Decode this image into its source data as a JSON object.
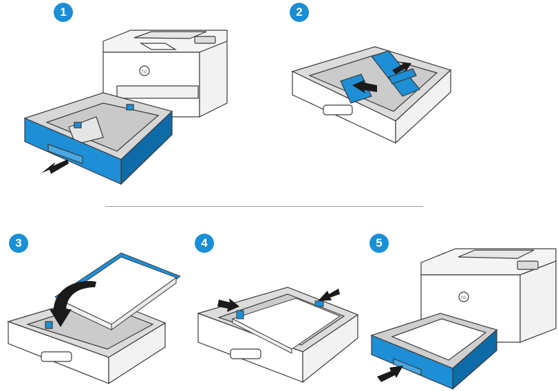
{
  "colors": {
    "accent": "#1e8fd6",
    "accent_dark": "#0f6aa8",
    "badge": "#1a8ed6",
    "outline": "#3a3a3a",
    "tray_gray": "#cfcfcf",
    "tray_light": "#ececec",
    "arrow": "#1a1a1a"
  },
  "steps": [
    {
      "number": "1",
      "icon": "printer-tray-pull-out-icon"
    },
    {
      "number": "2",
      "icon": "tray-guides-slide-icon"
    },
    {
      "number": "3",
      "icon": "paper-stack-load-icon"
    },
    {
      "number": "4",
      "icon": "paper-guides-adjust-icon"
    },
    {
      "number": "5",
      "icon": "tray-push-in-icon"
    }
  ]
}
